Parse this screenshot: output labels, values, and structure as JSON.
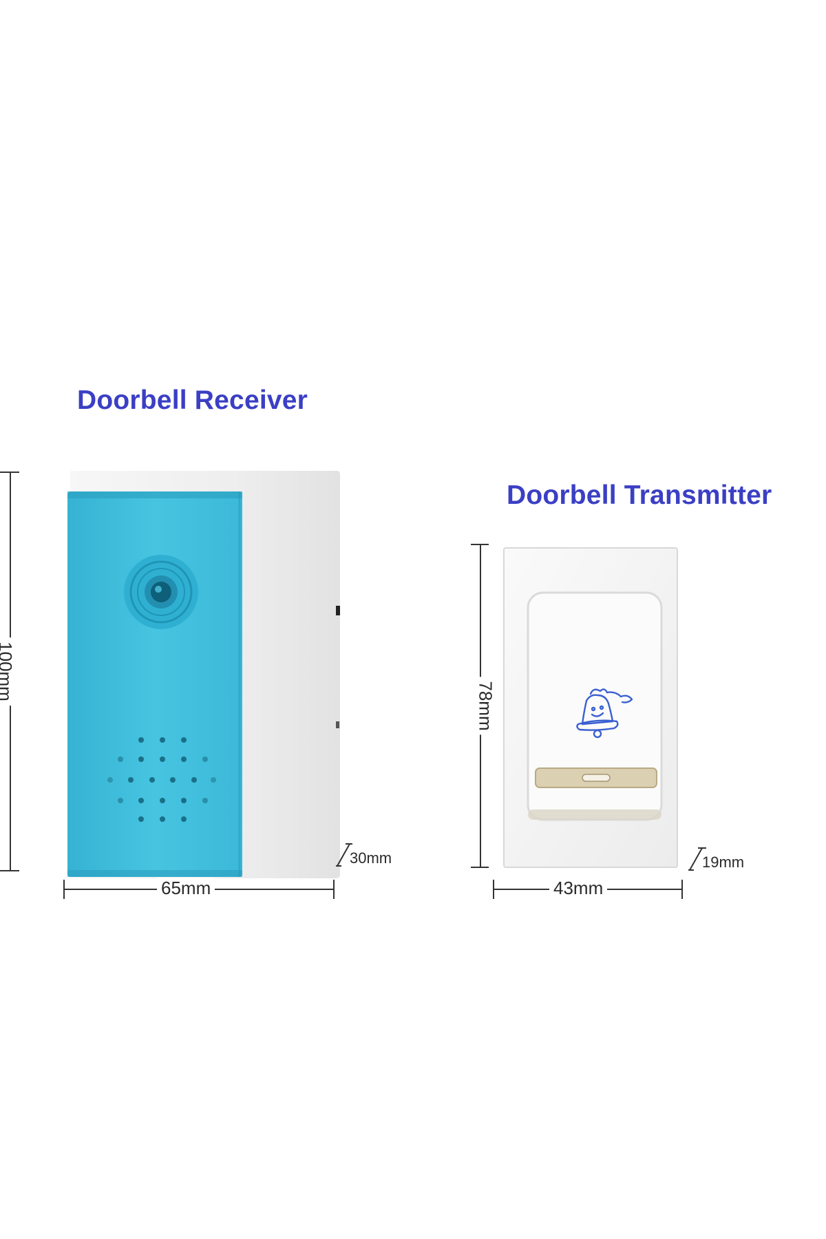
{
  "receiver": {
    "title": "Doorbell Receiver",
    "height_label": "100mm",
    "width_label": "65mm",
    "depth_label": "30mm"
  },
  "transmitter": {
    "title": "Doorbell Transmitter",
    "height_label": "78mm",
    "width_label": "43mm",
    "depth_label": "19mm"
  },
  "colors": {
    "title": "#3b3fc4",
    "receiver_front": "#3fc1dd",
    "housing": "#f1f1f1",
    "bell_icon": "#3a5fd0",
    "strip": "#d9ccb0"
  }
}
